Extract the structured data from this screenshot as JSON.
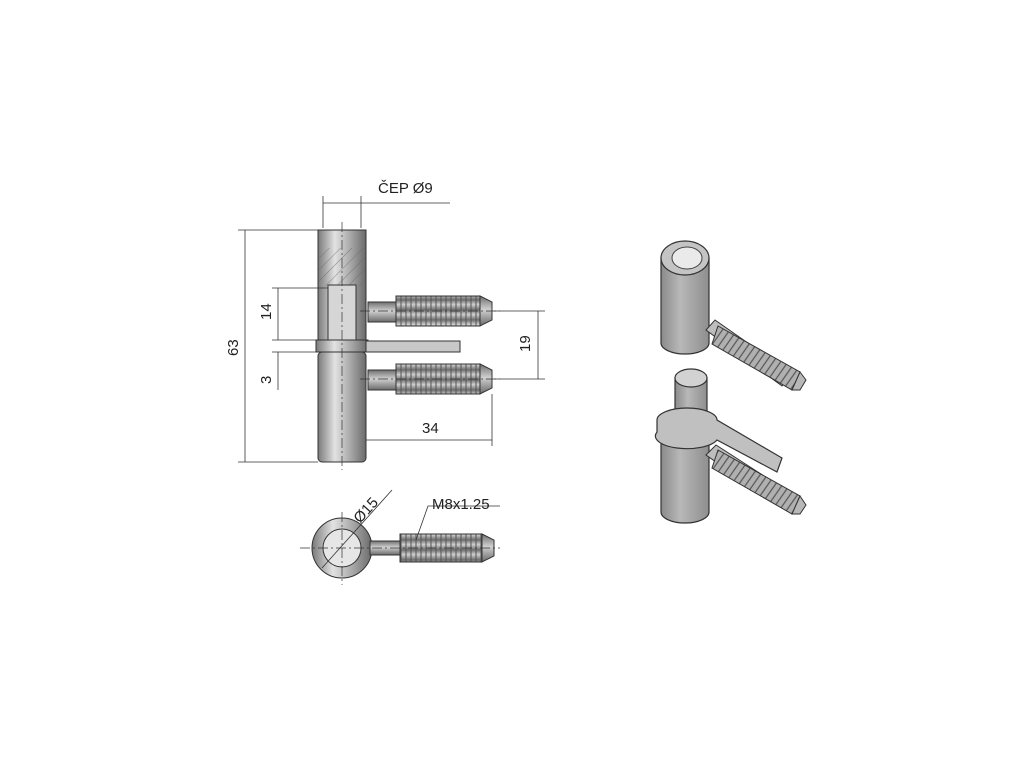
{
  "labels": {
    "pin_diameter": "ČEP Ø9",
    "height_total": "63",
    "height_14": "14",
    "height_3": "3",
    "height_19": "19",
    "length_34": "34",
    "diameter_15": "Ø15",
    "thread": "M8x1.25"
  },
  "colors": {
    "metal_light": "#d9d9d9",
    "metal_mid": "#a9a9a9",
    "metal_dark": "#6e6e6e",
    "line": "#222222"
  }
}
